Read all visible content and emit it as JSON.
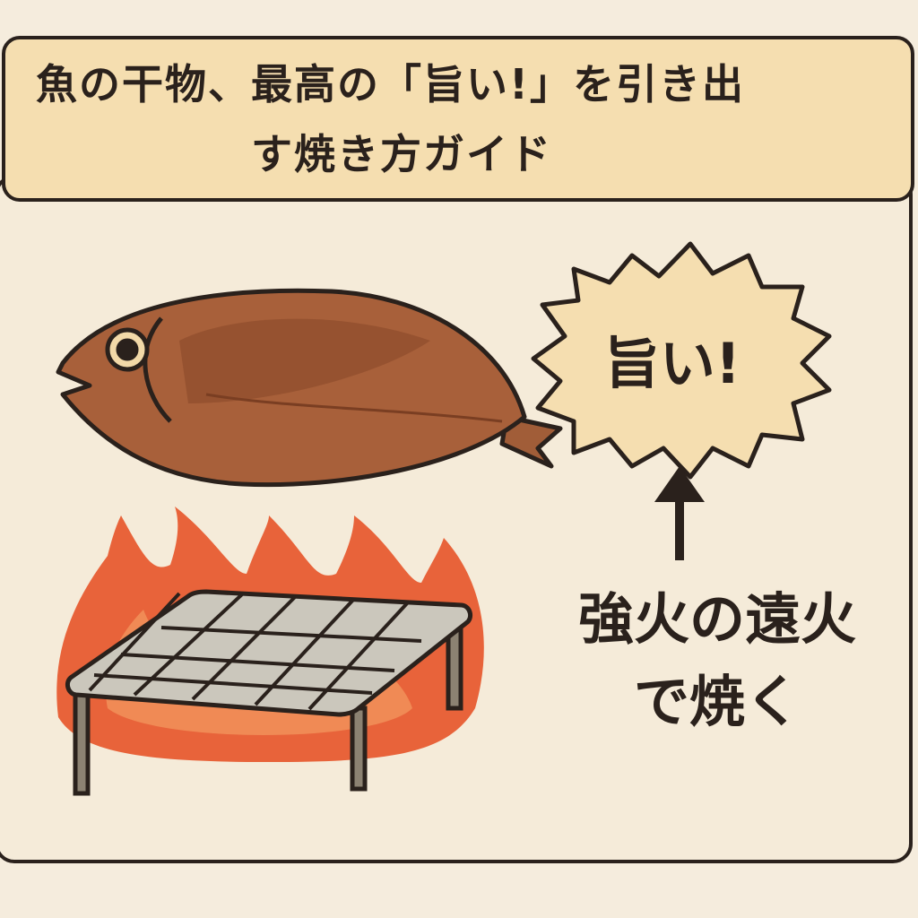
{
  "title": {
    "line1": "魚の干物、最高の「旨い!」を引き出",
    "line2": "す焼き方ガイド"
  },
  "burst": {
    "text": "旨い!"
  },
  "caption": {
    "line1": "強火の遠火",
    "line2": "で焼く"
  },
  "colors": {
    "background": "#f5ecdd",
    "title_fill": "#f5deb0",
    "fish": "#a8603a",
    "flame": "#e8603a",
    "grill": "#c9c6bb",
    "outline": "#2a211c"
  },
  "icons": [
    "dried-fish-icon",
    "flame-icon",
    "grill-net-icon",
    "arrow-up-icon",
    "speech-burst-icon"
  ]
}
